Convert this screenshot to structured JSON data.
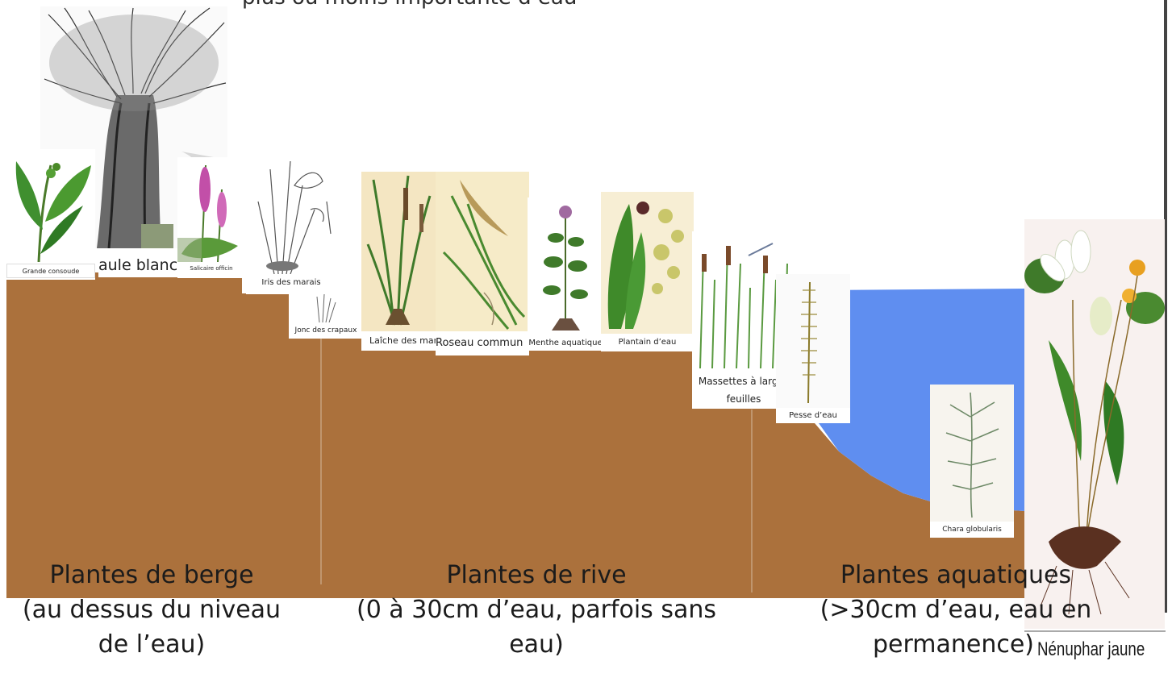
{
  "top_caption": "plus ou moins importante d’eau",
  "zones": {
    "berge": {
      "line1": "Plantes de berge",
      "line2": "(au dessus du niveau",
      "line3": "de l’eau)"
    },
    "rive": {
      "line1": "Plantes de rive",
      "line2": "(0 à 30cm d’eau, parfois sans",
      "line3": "eau)"
    },
    "aquatiques": {
      "line1": "Plantes aquatiques",
      "line2": "(>30cm d’eau, eau en",
      "line3": "permanence)"
    }
  },
  "plants": {
    "grande_consoude": "Grande consoude",
    "saule_blanc": "aule blanc",
    "salicaire": "Salicaire officin",
    "iris": "Iris des marais",
    "jonc": "Jonc des crapaux",
    "laiche": "Laîche des mar",
    "roseau": "Roseau commun",
    "menthe": "Menthe aquatique",
    "plantain": "Plantain d’eau",
    "massettes_1": "Massettes à larges",
    "massettes_2": "feuilles",
    "pesse": "Pesse d’eau",
    "chara": "Chara globularis",
    "nenuphar": "Nénuphar jaune"
  },
  "colors": {
    "soil": "#ab713c",
    "water": "#5f8ef0",
    "background": "#ffffff"
  }
}
